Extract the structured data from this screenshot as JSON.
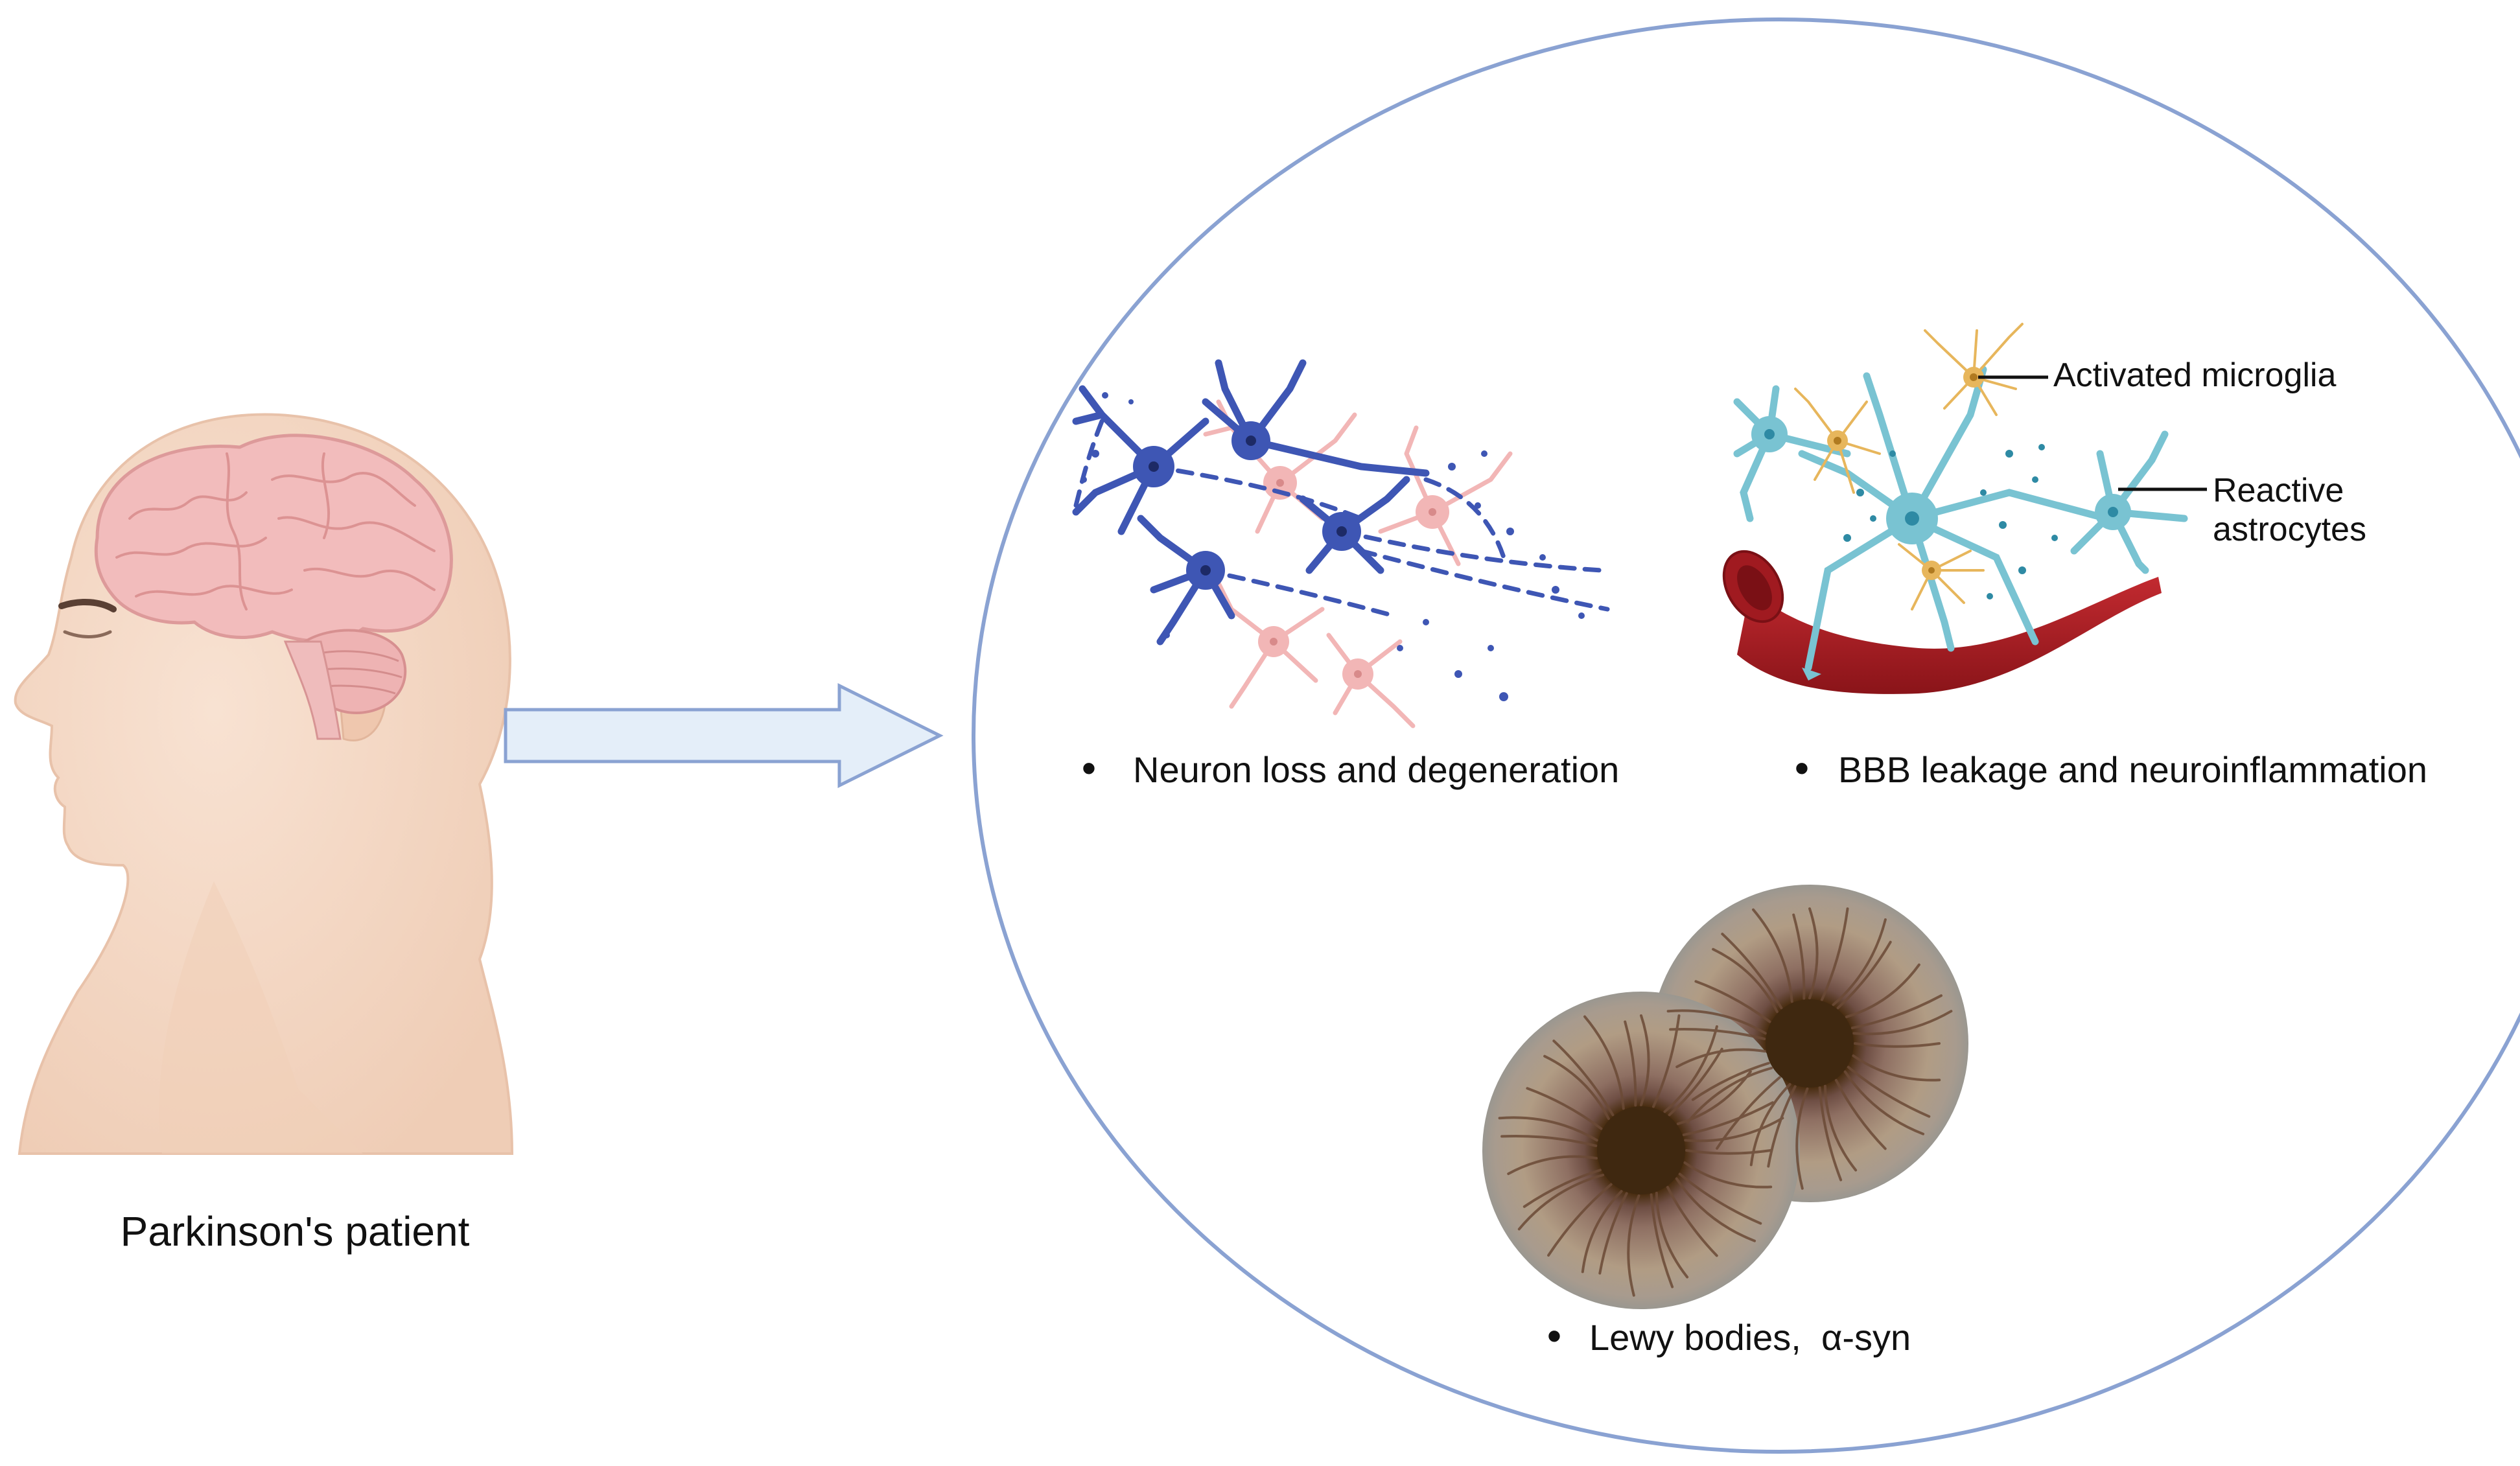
{
  "patient": {
    "label": "Parkinson's patient"
  },
  "findings": {
    "neuron": {
      "bullet": "•",
      "label": "Neuron loss and degeneration"
    },
    "bbb": {
      "bullet": "•",
      "label": "BBB leakage and neuroinflammation"
    },
    "lewy": {
      "bullet": "•",
      "label": "Lewy bodies,  α-syn"
    }
  },
  "callouts": {
    "microglia": "Activated microglia",
    "astro_line1": "Reactive",
    "astro_line2": "astrocytes"
  },
  "colors": {
    "skin": "#f3d7c4",
    "brain": "#f1b8b8",
    "circle": "#8aa2d2",
    "arrow_fill": "#e4eef9",
    "neuron_blue": "#3e56b4",
    "neuron_pink": "#f2b6b6",
    "astrocyte": "#79c3d2",
    "microglia": "#e7b65c",
    "vessel": "#b01e25",
    "lewy_outer": "#b59b82",
    "lewy_core": "#3f2810"
  }
}
